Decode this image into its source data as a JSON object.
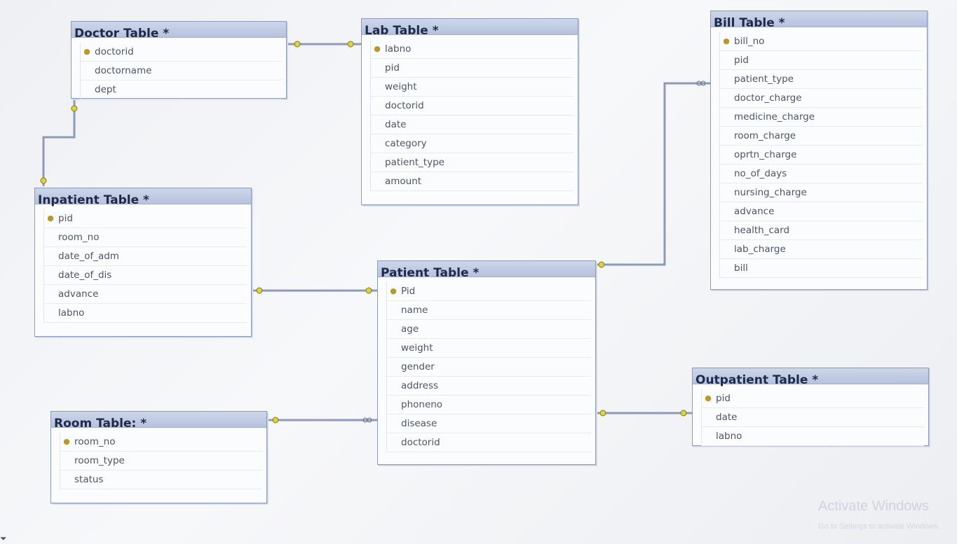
{
  "tables": {
    "doctor": {
      "title": "Doctor Table *",
      "columns": [
        "doctorid",
        "doctorname",
        "dept"
      ]
    },
    "lab": {
      "title": "Lab Table *",
      "columns": [
        "labno",
        "pid",
        "weight",
        "doctorid",
        "date",
        "category",
        "patient_type",
        "amount"
      ]
    },
    "bill": {
      "title": "Bill Table *",
      "columns": [
        "bill_no",
        "pid",
        "patient_type",
        "doctor_charge",
        "medicine_charge",
        "room_charge",
        "oprtn_charge",
        "no_of_days",
        "nursing_charge",
        "advance",
        "health_card",
        "lab_charge",
        "bill"
      ]
    },
    "inpatient": {
      "title": "Inpatient Table *",
      "columns": [
        "pid",
        "room_no",
        "date_of_adm",
        "date_of_dis",
        "advance",
        "labno"
      ]
    },
    "patient": {
      "title": "Patient Table *",
      "columns": [
        "Pid",
        "name",
        "age",
        "weight",
        "gender",
        "address",
        "phoneno",
        "disease",
        "doctorid"
      ]
    },
    "room": {
      "title": "Room Table: *",
      "columns": [
        "room_no",
        "room_type",
        "status"
      ]
    },
    "outpatient": {
      "title": "Outpatient Table *",
      "columns": [
        "pid",
        "date",
        "labno"
      ]
    }
  },
  "primary_keys": {
    "doctor": 0,
    "lab": 0,
    "bill": 0,
    "inpatient": 0,
    "patient": 0,
    "room": 0,
    "outpatient": 0
  },
  "watermark": {
    "line1": "Activate Windows",
    "line2": "Go to Settings to activate Windows."
  },
  "colors": {
    "key_icon": "#b79a2a",
    "connector": "#8d9ab8",
    "key_end": "#e2d23a"
  },
  "icons": {
    "primary_key": "key-icon",
    "relationship_key_end": "key-end-icon",
    "relationship_many_end": "infinity-end-icon"
  }
}
